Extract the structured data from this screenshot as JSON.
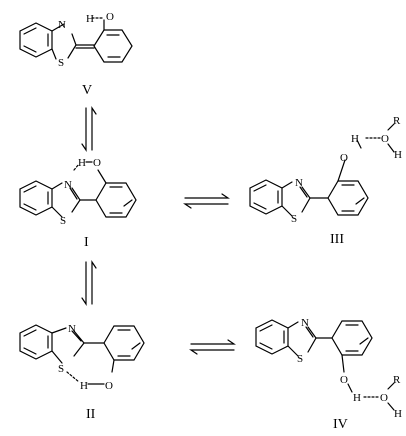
{
  "compounds": {
    "V": {
      "label": "V",
      "atoms": {
        "n": "N",
        "h": "H",
        "o": "O",
        "s": "S"
      }
    },
    "I": {
      "label": "I",
      "atoms": {
        "n": "N",
        "h": "H",
        "o": "O",
        "s": "S"
      }
    },
    "II": {
      "label": "II",
      "atoms": {
        "n": "N",
        "h": "H",
        "o": "O",
        "s": "S"
      }
    },
    "III": {
      "label": "III",
      "atoms": {
        "n": "N",
        "s": "S",
        "o": "O",
        "h": "H",
        "ow": "O",
        "hw": "H",
        "r": "R"
      }
    },
    "IV": {
      "label": "IV",
      "atoms": {
        "n": "N",
        "s": "S",
        "o": "O",
        "h": "H",
        "ow": "O",
        "hw": "H",
        "r": "R"
      }
    }
  },
  "equilibria": [
    {
      "from": "V",
      "to": "I",
      "symbol": "equilibrium-arrows"
    },
    {
      "from": "I",
      "to": "III",
      "symbol": "equilibrium-arrows"
    },
    {
      "from": "I",
      "to": "II",
      "symbol": "equilibrium-arrows"
    },
    {
      "from": "II",
      "to": "IV",
      "symbol": "equilibrium-arrows"
    }
  ],
  "colors": {
    "ink": "#000000",
    "background": "#ffffff"
  }
}
